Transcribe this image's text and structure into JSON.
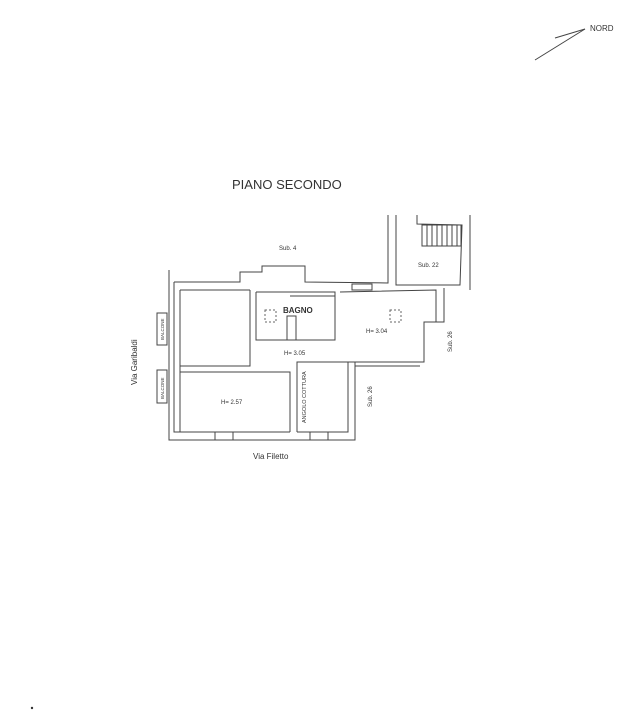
{
  "north_arrow": {
    "label": "NORD"
  },
  "title": "PIANO SECONDO",
  "rooms": {
    "bagno": "BAGNO",
    "h_304": "H= 3.04",
    "h_305": "H= 3.05",
    "h_257": "H= 2.57",
    "angolo_cottura": "ANGOLO COTTURA",
    "balcone_1": "BALCONE",
    "balcone_2": "BALCONE"
  },
  "neighbors": {
    "sub4": "Sub. 4",
    "sub22": "Sub. 22",
    "sub26_right": "Sub. 26",
    "sub26_lower": "Sub. 26"
  },
  "streets": {
    "left": "Via Garibaldi",
    "bottom": "Via Filetto"
  }
}
